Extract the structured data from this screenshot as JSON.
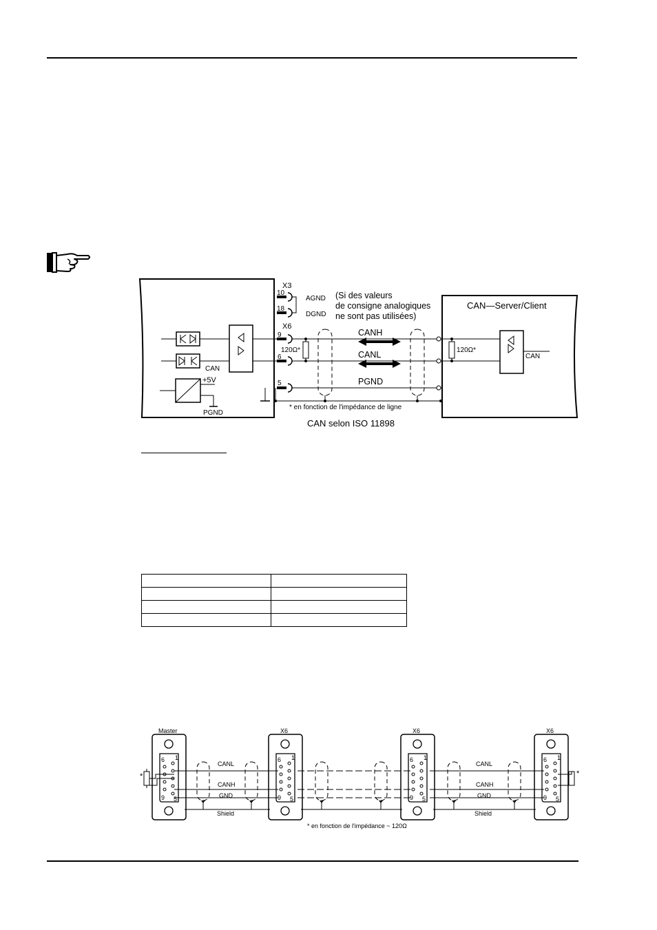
{
  "diagram1": {
    "connector_x3": "X3",
    "pin_10": "10",
    "pin_18": "18",
    "agnd": "AGND",
    "dgnd": "DGND",
    "note_line1": "(Si des valeurs",
    "note_line2": "de consigne analogiques",
    "note_line3": "ne sont pas utilisées)",
    "connector_x6": "X6",
    "pin_9": "9",
    "pin_6": "6",
    "pin_5": "5",
    "resistor_left": "120Ω*",
    "resistor_right": "120Ω*",
    "canh": "CANH",
    "canl": "CANL",
    "pgnd_line": "PGND",
    "server_title": "CAN—Server/Client",
    "can_left": "CAN",
    "can_right": "CAN",
    "plus5v": "+5V",
    "pgnd_supply": "PGND",
    "footnote": "* en fonction de l'impédance de ligne",
    "caption": "CAN selon ISO 11898"
  },
  "pin_table": {
    "rows": [
      [
        "",
        ""
      ],
      [
        "",
        ""
      ],
      [
        "",
        ""
      ],
      [
        "",
        ""
      ]
    ]
  },
  "diagram2": {
    "master": "Master",
    "x6_a": "X6",
    "x6_b": "X6",
    "x6_c": "X6",
    "canl_left": "CANL",
    "canh_left": "CANH",
    "gnd_left": "GND",
    "shield_left": "Shield",
    "canl_right": "CANL",
    "canh_right": "CANH",
    "gnd_right": "GND",
    "shield_right": "Shield",
    "star_left": "*",
    "star_right": "*",
    "footnote": "* en fonction de l'impédance  ~ 120Ω",
    "pin6": "6",
    "pin1": "1",
    "pin9": "9",
    "pin5": "5"
  }
}
